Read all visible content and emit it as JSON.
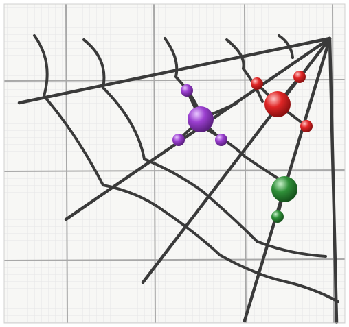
{
  "illustration": {
    "subject": "spider-web-on-grid-paper-with-molecules",
    "paper_color": "#f7f7f5",
    "grid_fine_color": "#e6e6e6",
    "grid_major_color": "#a8a8a8",
    "web_color": "#3a3a3a",
    "molecules": [
      {
        "name": "purple-molecule",
        "color": "#9b3fd0",
        "highlight": "#e9c8ff",
        "shadow": "#5a1f7e",
        "ligand_count": 4
      },
      {
        "name": "red-molecule",
        "color": "#e02626",
        "highlight": "#ffc4c4",
        "shadow": "#8a1010",
        "ligand_count": 4
      },
      {
        "name": "green-molecule",
        "color": "#2f8f38",
        "highlight": "#c7f0c9",
        "shadow": "#16531c",
        "ligand_count": 1
      }
    ]
  }
}
